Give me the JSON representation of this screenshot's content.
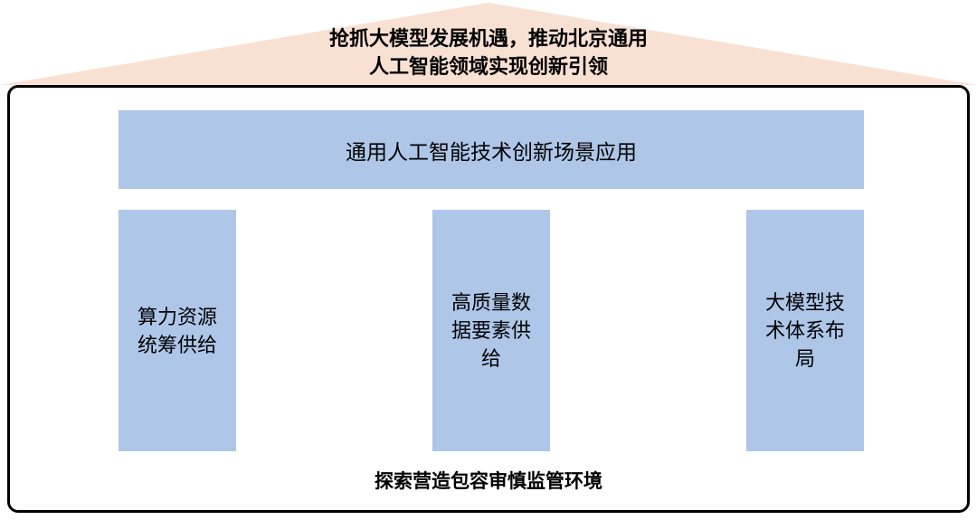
{
  "colors": {
    "roof-bg": "#F8E1D3",
    "block-bg": "#AEC6E8",
    "frame-border": "#000000",
    "canvas-bg": "#FFFFFF"
  },
  "roof": {
    "line1": "抢抓大模型发展机遇，推动北京通用",
    "line2": "人工智能领域实现创新引领"
  },
  "top_bar": {
    "label": "通用人工智能技术创新场景应用"
  },
  "pillars": [
    {
      "label": "算力资源统筹供给"
    },
    {
      "label": "高质量数据要素供给"
    },
    {
      "label": "大模型技术体系布局"
    }
  ],
  "base": {
    "label": "探索营造包容审慎监管环境"
  }
}
